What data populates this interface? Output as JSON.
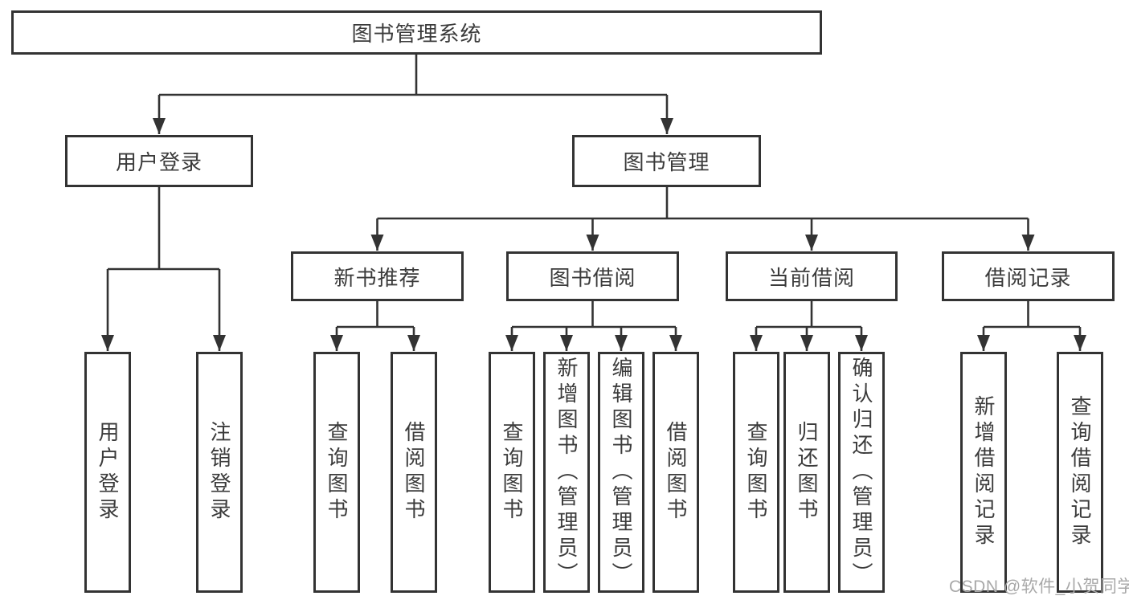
{
  "colors": {
    "line": "#333333",
    "box_border": "#333333",
    "text": "#3b3b3b",
    "background": "#ffffff",
    "watermark": "#a8a8a8"
  },
  "tree": {
    "label": "图书管理系统",
    "children": [
      {
        "label": "用户登录",
        "children": [
          {
            "label": "用户登录"
          },
          {
            "label": "注销登录"
          }
        ]
      },
      {
        "label": "图书管理",
        "children": [
          {
            "label": "新书推荐",
            "children": [
              {
                "label": "查询图书"
              },
              {
                "label": "借阅图书"
              }
            ]
          },
          {
            "label": "图书借阅",
            "children": [
              {
                "label": "查询图书"
              },
              {
                "label": "新增图书（管理员）"
              },
              {
                "label": "编辑图书（管理员）"
              },
              {
                "label": "借阅图书"
              }
            ]
          },
          {
            "label": "当前借阅",
            "children": [
              {
                "label": "查询图书"
              },
              {
                "label": "归还图书"
              },
              {
                "label": "确认归还（管理员）"
              }
            ]
          },
          {
            "label": "借阅记录",
            "children": [
              {
                "label": "新增借阅记录"
              },
              {
                "label": "查询借阅记录"
              }
            ]
          }
        ]
      }
    ]
  },
  "watermark": {
    "text": "CSDN @软件_小贺同学"
  }
}
